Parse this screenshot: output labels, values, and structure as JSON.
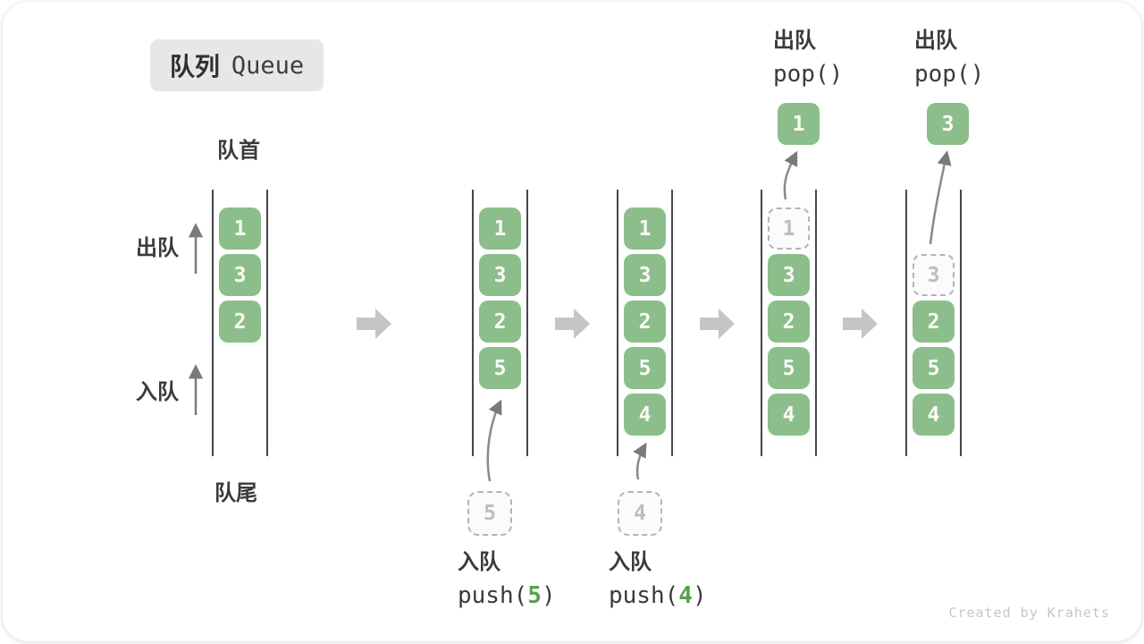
{
  "title": {
    "zh": "队列",
    "en": "Queue"
  },
  "labels": {
    "front": "队首",
    "rear": "队尾",
    "dequeue": "出队",
    "enqueue": "入队"
  },
  "operations": {
    "push5": {
      "label": "入队",
      "code_pre": "push(",
      "arg": "5",
      "code_post": ")"
    },
    "push4": {
      "label": "入队",
      "code_pre": "push(",
      "arg": "4",
      "code_post": ")"
    },
    "pop1": {
      "label": "出队",
      "code": "pop()"
    },
    "pop2": {
      "label": "出队",
      "code": "pop()"
    }
  },
  "states": [
    {
      "cells": [
        "1",
        "3",
        "2"
      ]
    },
    {
      "cells": [
        "1",
        "3",
        "2",
        "5"
      ],
      "staged": "5"
    },
    {
      "cells": [
        "1",
        "3",
        "2",
        "5",
        "4"
      ],
      "staged": "4"
    },
    {
      "cells": [
        "1",
        "3",
        "2",
        "5",
        "4"
      ],
      "popped": "1"
    },
    {
      "cells": [
        "3",
        "2",
        "5",
        "4"
      ],
      "popped": "3"
    }
  ],
  "watermark": "Created by Krahets",
  "colors": {
    "cell_green": "#8cbe8c",
    "code_green": "#58a04e",
    "block_arrow_gray": "#c5c5c5",
    "dashed_gray": "#b4b4b4",
    "rail_gray": "#474747"
  }
}
